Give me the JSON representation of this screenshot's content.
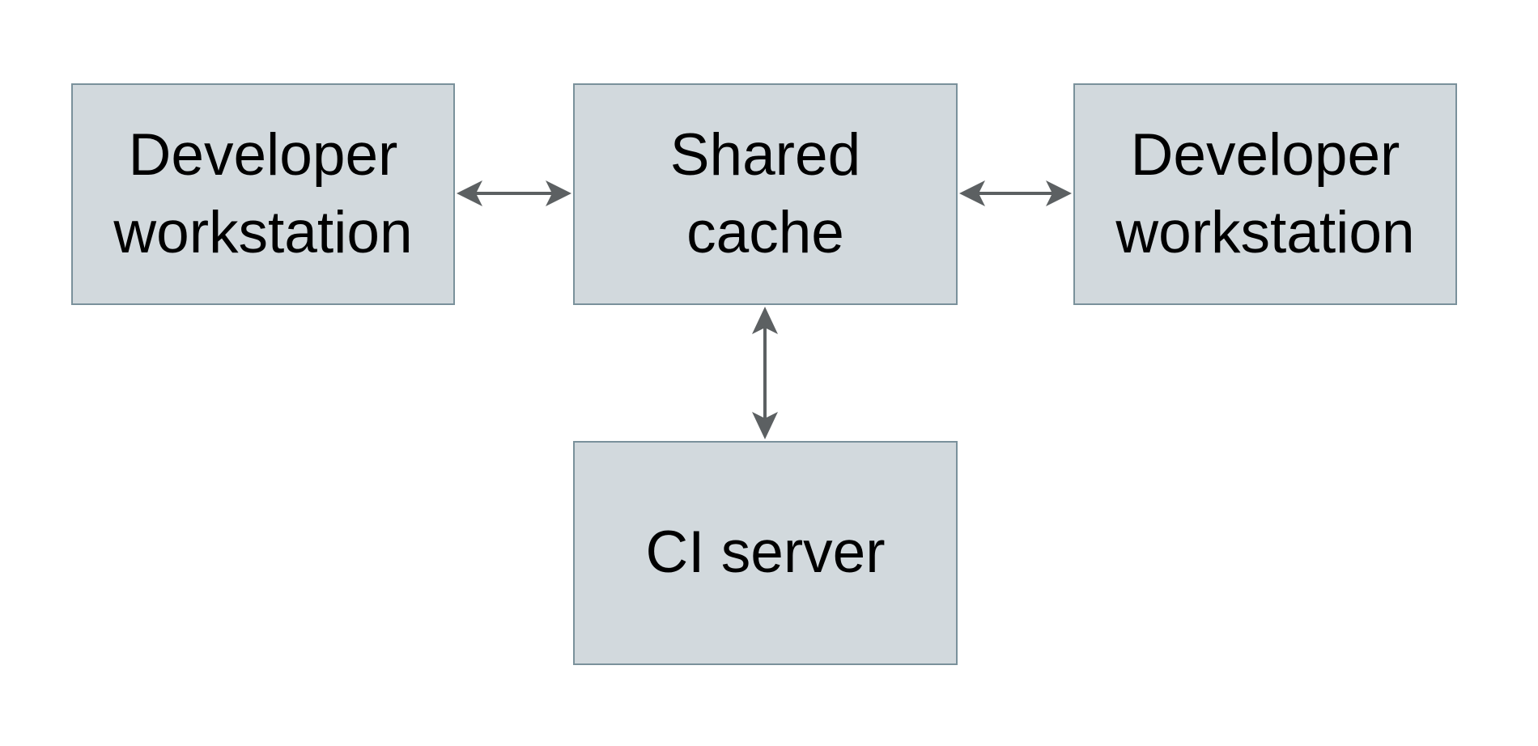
{
  "diagram": {
    "type": "architecture-diagram",
    "nodes": {
      "dev_left": {
        "line1": "Developer",
        "line2": "workstation"
      },
      "shared_cache": {
        "line1": "Shared",
        "line2": "cache"
      },
      "dev_right": {
        "line1": "Developer",
        "line2": "workstation"
      },
      "ci_server": {
        "line1": "CI server"
      }
    },
    "edges": [
      {
        "from": "Developer workstation (left)",
        "to": "Shared cache",
        "direction": "bidirectional",
        "orientation": "horizontal"
      },
      {
        "from": "Shared cache",
        "to": "Developer workstation (right)",
        "direction": "bidirectional",
        "orientation": "horizontal"
      },
      {
        "from": "Shared cache",
        "to": "CI server",
        "direction": "bidirectional",
        "orientation": "vertical"
      }
    ],
    "colors": {
      "background": "#ffffff",
      "node_fill": "#d2d9dd",
      "node_border": "#7a919b",
      "arrow": "#5c6062",
      "text": "#000000"
    }
  }
}
